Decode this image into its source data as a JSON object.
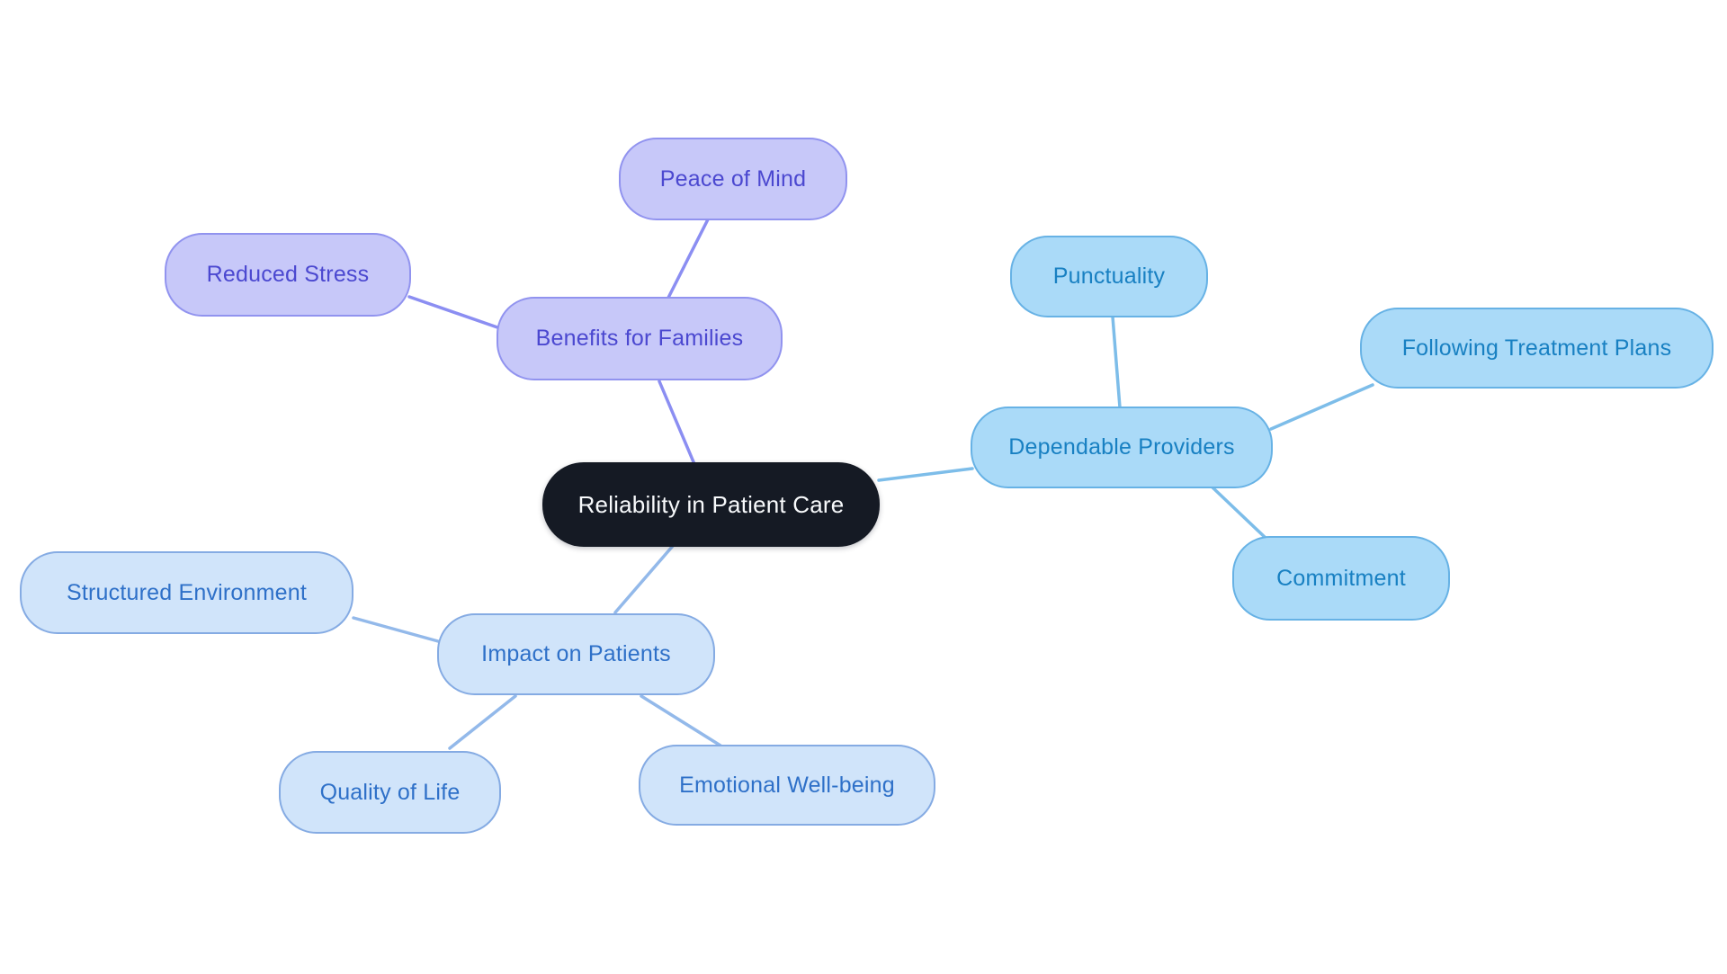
{
  "diagram": {
    "type": "mindmap",
    "title": "Reliability in Patient Care",
    "center": {
      "label": "Reliability in Patient Care",
      "bg_color": "#151a24",
      "text_color": "#f8fafc"
    },
    "branches": [
      {
        "label": "Benefits for Families",
        "fill_color": "#c7c8f9",
        "border_color": "#9193ef",
        "text_color": "#4b48d0",
        "edge_color": "#8b8ef2",
        "children": [
          {
            "label": "Peace of Mind"
          },
          {
            "label": "Reduced Stress"
          }
        ]
      },
      {
        "label": "Dependable Providers",
        "fill_color": "#aadaf8",
        "border_color": "#67b2e5",
        "text_color": "#1880c2",
        "edge_color": "#7dbde9",
        "children": [
          {
            "label": "Punctuality"
          },
          {
            "label": "Following Treatment Plans"
          },
          {
            "label": "Commitment"
          }
        ]
      },
      {
        "label": "Impact on Patients",
        "fill_color": "#d0e4fa",
        "border_color": "#85abe3",
        "text_color": "#2e70c8",
        "edge_color": "#93b9ea",
        "children": [
          {
            "label": "Structured Environment"
          },
          {
            "label": "Quality of Life"
          },
          {
            "label": "Emotional Well-being"
          }
        ]
      }
    ]
  }
}
